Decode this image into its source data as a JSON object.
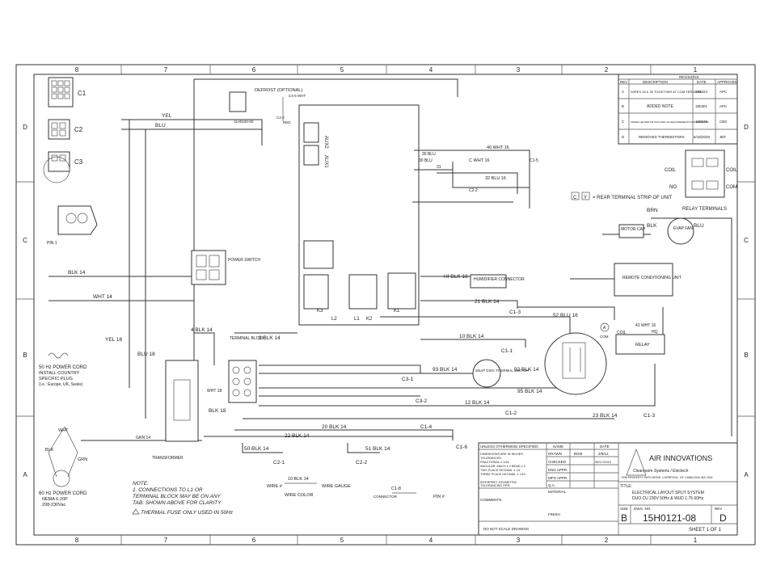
{
  "grid": {
    "columns": [
      "8",
      "7",
      "6",
      "5",
      "4",
      "3",
      "2",
      "1"
    ],
    "rows": [
      "D",
      "C",
      "B",
      "A"
    ]
  },
  "connectors": [
    "C1",
    "C2",
    "C3"
  ],
  "pin_label": "PIN 1",
  "defrost_label": "DEFROST (OPTIONAL)",
  "defrost_part": "11H0100-00",
  "defrost_wht": "C4-5 WHT",
  "defrost_red": "RED",
  "defrost_c44": "C4-4",
  "aux_labels": [
    "AUX2",
    "AUX1"
  ],
  "wire_labels": {
    "yel": "YEL",
    "blu": "BLU",
    "blk14": "BLK 14",
    "wht14": "WHT 14",
    "yel18": "YEL 18",
    "blu18": "BLU 18",
    "blk4": "4 BLK 14",
    "blk3": "3 BLK 14",
    "wht18": "WHT 18",
    "blk18": "BLK 18",
    "grn14": "GRN 14",
    "w40": "40 WHT 16",
    "w30a": "30 BLU",
    "w30b": "30 BLU",
    "w31": "31",
    "cwht": "C WHT 16",
    "w32": "32 BLU 16",
    "w21": "21 BLK 14",
    "w10": "10 BLK 14",
    "w93": "93 BLK 14",
    "w92": "92 BLK 14",
    "w95": "95 BLK 14",
    "w12": "12 BLK 14",
    "w20": "20 BLK 14",
    "w22": "22 BLK 14",
    "w23": "23 BLK 14",
    "w50": "50 BLK 14",
    "w51": "51 BLK 14",
    "w52": "52 BLU 16",
    "w41": "41 WHT 16",
    "hiblk": "HI BLK 18",
    "brn": "BRN",
    "blk": "BLK",
    "bluR": "BLU"
  },
  "conn_refs": {
    "c15": "C1-5",
    "c22": "C2-2",
    "c13": "C1-3",
    "c11": "C1-1",
    "c31": "C3-1",
    "c32": "C3-2",
    "c12": "C1-2",
    "c14": "C1-4",
    "c16": "C1-6",
    "c21": "C2-1",
    "c22b": "C2-2",
    "c13b": "C1-3"
  },
  "terminals": [
    "L2",
    "L1",
    "K2",
    "K3",
    "K1"
  ],
  "components": {
    "power_switch": "POWER SWITCH",
    "terminal_block": "TERMINAL BLOCK",
    "transformer": "TRANSFORMER",
    "humidifier": "HUMIDIFIER CONNECTOR",
    "snap_disc": "SNAP DISC THERMAL SWITCH",
    "remote": "REMOTE CONDITIONING UNIT",
    "relay": "RELAY",
    "motor_cap": "MOTOR CAP",
    "evap_fan": "EVAP FAN",
    "relay_terminals": "RELAY TERMINALS",
    "coil": "COIL",
    "no": "NO",
    "com": "COM",
    "com_small": "COM",
    "a": "A",
    "rear_strip": "= REAR TERMINAL STRIP OF UNIT",
    "sym_c": "C",
    "sym_y": "Y",
    "hq": "HQ"
  },
  "power_cords": {
    "hz50_1": "50 Hz POWER CORD",
    "hz50_2": "INSTALL COUNTRY",
    "hz50_3": "SPECIFIC PLUG",
    "hz50_4": "(i.e.: Europe, UK, Swiss)",
    "hz60_1": "60 Hz POWER CORD",
    "hz60_2": "NEMA 6-20P",
    "hz60_3": "208-230Vac",
    "wht": "WHT",
    "blk": "BLK",
    "grn": "GRN"
  },
  "notes": {
    "title": "NOTE:",
    "n1a": "1. CONNECTIONS TO L1 OR",
    "n1b": "TERMINAL BLOCK MAY BE ON ANY",
    "n1c": "TAB. SHOWN ABOVE FOR CLARITY",
    "n2": "THERMAL FUSE ONLY USED IN 50Hz"
  },
  "legend": {
    "sample": "10 BLK 14",
    "wire_no": "WIRE #",
    "wire_gauge": "WIRE GAUGE",
    "wire_color": "WIRE COLOR",
    "connector_ref": "C1-8",
    "connector": "CONNECTOR",
    "pin": "PIN #"
  },
  "revisions": {
    "title": "REVISIONS",
    "headers": [
      "REV",
      "DESCRIPTION",
      "DATE",
      "APPROVED"
    ],
    "rows": [
      {
        "rev": "A",
        "desc": "WIRES 28 & 30 TOGETHER AT COM TERMINAL",
        "date": "171024",
        "by": "APC"
      },
      {
        "rev": "B",
        "desc": "ADDED NOTE",
        "date": "180301",
        "by": "APC"
      },
      {
        "rev": "C",
        "desc": "ADDED HEATER DETAILS PER CE REQUIREMENTS PER ECN# 0212",
        "date": "180529",
        "by": "CBS"
      },
      {
        "rev": "D",
        "desc": "REMOVED THERMISTORS",
        "date": "8/18/2020",
        "by": "JBT"
      }
    ]
  },
  "title_block": {
    "unless": "UNLESS OTHERWISE SPECIFIED:",
    "name": "NAME",
    "date": "DATE",
    "drawn": "DRAWN",
    "drawn_name": "BGM",
    "drawn_date": "2/9/12",
    "checked": "CHECKED",
    "checked_date": "05/17/2019",
    "eng_appr": "ENG APPR.",
    "mfg_appr": "MFG APPR.",
    "qa": "Q.A.",
    "comments": "COMMENTS:",
    "material": "MATERIAL",
    "finish": "FINISH",
    "dims1": "DIMENSIONS ARE IN INCHES",
    "dims2": "TOLERANCES:",
    "dims3": "FRACTIONAL ± 1/16",
    "dims4": "ANGULAR: MACH ± 2  BEND ± 2",
    "dims5": "TWO PLACE DECIMAL ± .01",
    "dims6": "THREE PLACE DECIMAL ± .010",
    "interp1": "INTERPRET GEOMETRIC",
    "interp2": "TOLERANCING PER:",
    "do_not_scale": "DO NOT SCALE DRAWING",
    "company": "AIR INNOVATIONS",
    "company_sub1": "Cleanroom Systems / Electech",
    "company_sub2": "7035 PROPERTY PATH DRIVE, LIVERPOOL, NY 13088  (315) 452-7400",
    "title_label": "TITLE:",
    "title_line1": "ELECTRICAL LAYOUT SPLIT SYSTEM",
    "title_line2": "DUO CU 230V 50Hz & WUD 1.75 60Hz",
    "size_label": "SIZE",
    "size": "B",
    "dwg_label": "DWG. NO.",
    "dwg_no": "15H0121-08",
    "rev_label": "REV",
    "rev": "D",
    "sheet": "SHEET 1 OF 1"
  }
}
